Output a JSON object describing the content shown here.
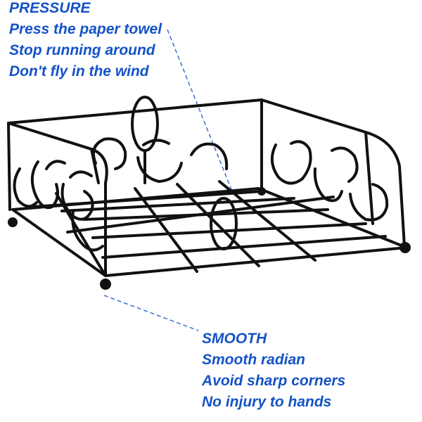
{
  "top_block": {
    "heading": "PRESSURE",
    "lines": [
      "Press the paper towel",
      "Stop running around",
      "Don't fly in the wind"
    ]
  },
  "bottom_block": {
    "heading": "SMOOTH",
    "lines": [
      "Smooth radian",
      "Avoid sharp corners",
      "No injury to hands"
    ]
  },
  "colors": {
    "text": "#1452c8",
    "wire": "#111111",
    "leader": "#3a6fd0"
  },
  "product_image": "black wire napkin holder"
}
